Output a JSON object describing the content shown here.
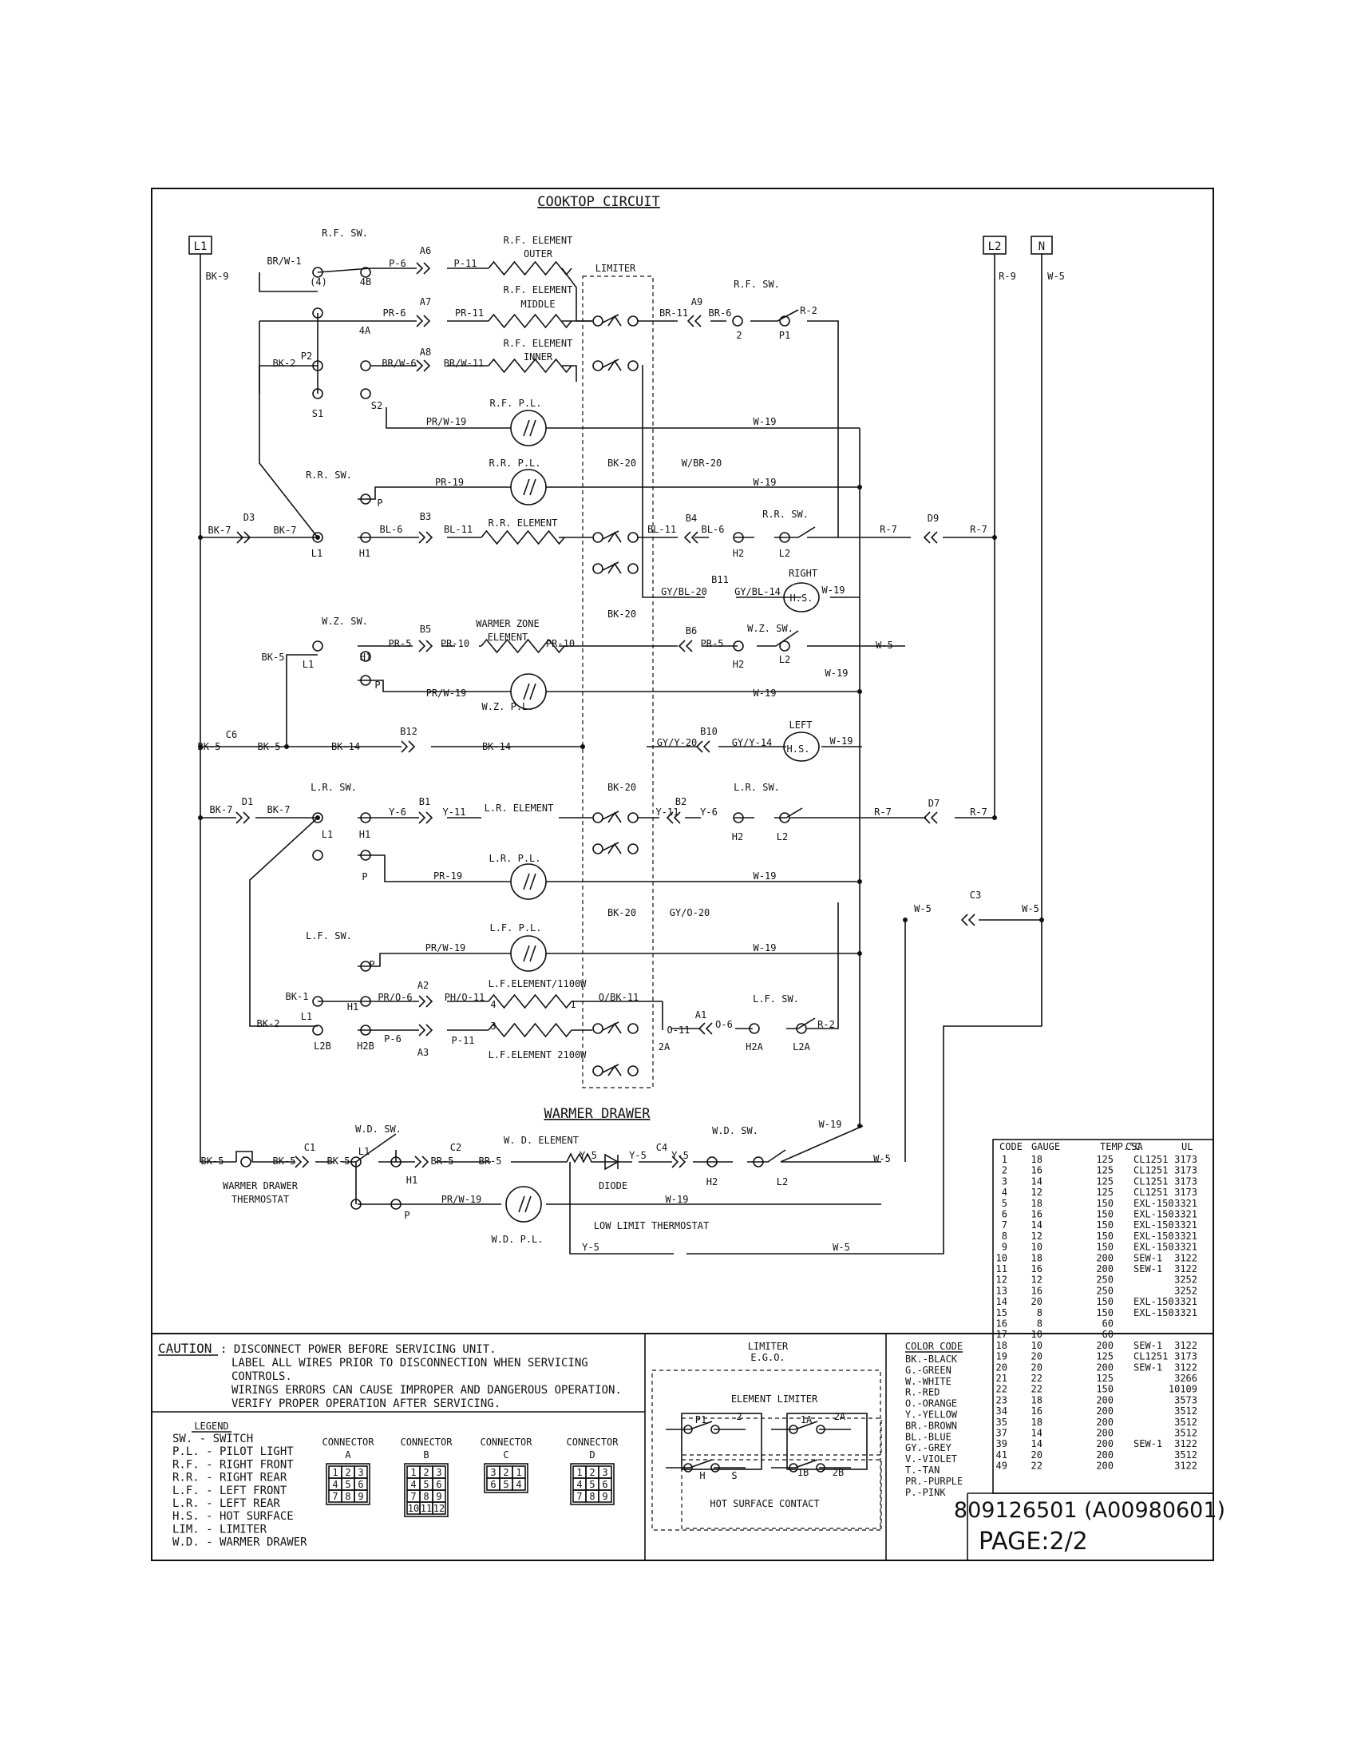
{
  "diagram": {
    "title": "COOKTOP CIRCUIT",
    "warmer_title": "WARMER DRAWER",
    "terminals": [
      "L1",
      "L2",
      "N"
    ],
    "labels": [
      "R.F. SW.",
      "R.F. ELEMENT",
      "OUTER",
      "R.F. ELEMENT",
      "MIDDLE",
      "R.F. ELEMENT",
      "INNER",
      "LIMITER",
      "R.F. SW.",
      "BK-9",
      "BR/W-1",
      "(4)",
      "4B",
      "P-6",
      "A6",
      "P-11",
      "4A",
      "PR-6",
      "A7",
      "PR-11",
      "BK-2",
      "P2",
      "BR/W-6",
      "A8",
      "BR/W-11",
      "S1",
      "S2",
      "PR/W-19",
      "R.F.  P.L.",
      "W-19",
      "BR-11",
      "A9",
      "BR-6",
      "R-2",
      "2",
      "P1",
      "R-9",
      "W-5",
      "BK-20",
      "W/BR-20",
      "R.R. SW.",
      "R.R.  P.L.",
      "PR-19",
      "W-19",
      "P",
      "BK-7",
      "D3",
      "BK-7",
      "L1",
      "H1",
      "BL-6",
      "B3",
      "BL-11",
      "R.R. ELEMENT",
      "BL-11",
      "B4",
      "BL-6",
      "R.R. SW.",
      "H2",
      "L2",
      "R-7",
      "D9",
      "R-7",
      "GY/BL-20",
      "B11",
      "GY/BL-14",
      "RIGHT",
      "H.S.",
      "W-19",
      "BK-20",
      "W.Z. SW.",
      "B5",
      "WARMER ZONE",
      "ELEMENT",
      "PR-5",
      "PR-10",
      "PR-10",
      "B6",
      "PR-5",
      "W.Z. SW.",
      "H2",
      "L2",
      "W-5",
      "W-19",
      "BK-5",
      "L1",
      "H1",
      "P",
      "W.Z.  P.L.",
      "PR/W-19",
      "W-19",
      "C6",
      "BK-5",
      "BK-5",
      "BK-14",
      "B12",
      "BK-14",
      "GY/Y-20",
      "B10",
      "GY/Y-14",
      "LEFT",
      "H.S.",
      "W-19",
      "BK-20",
      "L.R. SW.",
      "D1",
      "BK-7",
      "BK-7",
      "B1",
      "Y-6",
      "Y-11",
      "L.R. ELEMENT",
      "Y-11",
      "B2",
      "Y-6",
      "L.R. SW.",
      "H2",
      "L2",
      "R-7",
      "D7",
      "R-7",
      "L1",
      "H1",
      "P",
      "L.R.  P.L.",
      "PR-19",
      "W-19",
      "C3",
      "W-5",
      "W-5",
      "BK-20",
      "GY/O-20",
      "L.F. SW.",
      "L.F.  P.L.",
      "PR/W-19",
      "W-19",
      "P",
      "A2",
      "L.F.ELEMENT/1100W",
      "PR/O-6",
      "PH/O-11",
      "O/BK-11",
      "BK-1",
      "H1",
      "L1",
      "4",
      "1",
      "BK-2",
      "3",
      "L2B",
      "H2B",
      "P-6",
      "A3",
      "P-11",
      "L.F.ELEMENT 2100W",
      "2A",
      "O-11",
      "A1",
      "O-6",
      "L.F. SW.",
      "R-2",
      "H2A",
      "L2A",
      "W.D. SW.",
      "BK-5",
      "C1",
      "BK-5",
      "BK-5",
      "L1",
      "C2",
      "BR-5",
      "W. D. ELEMENT",
      "BR-5",
      "Y-5",
      "Y-5",
      "C4",
      "Y-5",
      "W.D. SW.",
      "W-19",
      "W-5",
      "DIODE",
      "H2",
      "L2",
      "WARMER DRAWER",
      "THERMOSTAT",
      "H1",
      "PR/W-19",
      "W-19",
      "P",
      "W.D.  P.L.",
      "LOW LIMIT THERMOSTAT",
      "Y-5",
      "W-5"
    ]
  },
  "wire_table": {
    "headers": [
      "CODE",
      "GAUGE",
      "TEMP.°C",
      "CSA",
      "UL"
    ],
    "rows": [
      [
        "1",
        "18",
        "125",
        "CL1251",
        "3173"
      ],
      [
        "2",
        "16",
        "125",
        "CL1251",
        "3173"
      ],
      [
        "3",
        "14",
        "125",
        "CL1251",
        "3173"
      ],
      [
        "4",
        "12",
        "125",
        "CL1251",
        "3173"
      ],
      [
        "5",
        "18",
        "150",
        "EXL-150",
        "3321"
      ],
      [
        "6",
        "16",
        "150",
        "EXL-150",
        "3321"
      ],
      [
        "7",
        "14",
        "150",
        "EXL-150",
        "3321"
      ],
      [
        "8",
        "12",
        "150",
        "EXL-150",
        "3321"
      ],
      [
        "9",
        "10",
        "150",
        "EXL-150",
        "3321"
      ],
      [
        "10",
        "18",
        "200",
        "SEW-1",
        "3122"
      ],
      [
        "11",
        "16",
        "200",
        "SEW-1",
        "3122"
      ],
      [
        "12",
        "12",
        "250",
        "",
        "3252"
      ],
      [
        "13",
        "16",
        "250",
        "",
        "3252"
      ],
      [
        "14",
        "20",
        "150",
        "EXL-150",
        "3321"
      ],
      [
        "15",
        "8",
        "150",
        "EXL-150",
        "3321"
      ],
      [
        "16",
        "8",
        "60",
        "",
        ""
      ],
      [
        "17",
        "10",
        "60",
        "",
        ""
      ],
      [
        "18",
        "10",
        "200",
        "SEW-1",
        "3122"
      ],
      [
        "19",
        "20",
        "125",
        "CL1251",
        "3173"
      ],
      [
        "20",
        "20",
        "200",
        "SEW-1",
        "3122"
      ],
      [
        "21",
        "22",
        "125",
        "",
        "3266"
      ],
      [
        "22",
        "22",
        "150",
        "",
        "10109"
      ],
      [
        "23",
        "18",
        "200",
        "",
        "3573"
      ],
      [
        "34",
        "16",
        "200",
        "",
        "3512"
      ],
      [
        "35",
        "18",
        "200",
        "",
        "3512"
      ],
      [
        "37",
        "14",
        "200",
        "",
        "3512"
      ],
      [
        "39",
        "14",
        "200",
        "SEW-1",
        "3122"
      ],
      [
        "41",
        "20",
        "200",
        "",
        "3512"
      ],
      [
        "49",
        "22",
        "200",
        "",
        "3122"
      ]
    ]
  },
  "caution": {
    "title": "CAUTION",
    "lines": [
      ": DISCONNECT POWER BEFORE SERVICING UNIT.",
      "LABEL ALL WIRES PRIOR TO DISCONNECTION WHEN SERVICING",
      "CONTROLS.",
      "WIRINGS ERRORS CAN CAUSE IMPROPER AND DANGEROUS OPERATION.",
      "VERIFY PROPER OPERATION AFTER SERVICING."
    ]
  },
  "legend": {
    "title": "LEGEND",
    "items": [
      "SW.  - SWITCH",
      "P.L. - PILOT LIGHT",
      "R.F. - RIGHT FRONT",
      "R.R. - RIGHT REAR",
      "L.F. - LEFT FRONT",
      "L.R. - LEFT REAR",
      "H.S. - HOT SURFACE",
      "LIM. - LIMITER",
      "W.D. - WARMER DRAWER"
    ]
  },
  "connectors": [
    {
      "title": "CONNECTOR",
      "id": "A",
      "cells": [
        "1",
        "2",
        "3",
        "4",
        "5",
        "6",
        "7",
        "8",
        "9"
      ]
    },
    {
      "title": "CONNECTOR",
      "id": "B",
      "cells": [
        "1",
        "2",
        "3",
        "4",
        "5",
        "6",
        "7",
        "8",
        "9",
        "10",
        "11",
        "12"
      ]
    },
    {
      "title": "CONNECTOR",
      "id": "C",
      "cells": [
        "3",
        "2",
        "1",
        "6",
        "5",
        "4"
      ]
    },
    {
      "title": "CONNECTOR",
      "id": "D",
      "cells": [
        "1",
        "2",
        "3",
        "4",
        "5",
        "6",
        "7",
        "8",
        "9"
      ]
    }
  ],
  "limiter": {
    "title": "LIMITER",
    "subtitle": "E.G.O.",
    "element_limiter": "ELEMENT LIMITER",
    "hot_surface": "HOT SURFACE CONTACT",
    "terminals": [
      "P1",
      "2",
      "1A",
      "2A",
      "H",
      "S",
      "1B",
      "2B"
    ]
  },
  "color_code": {
    "title": "COLOR CODE",
    "items": [
      "BK.-BLACK",
      "G.-GREEN",
      "W.-WHITE",
      "R.-RED",
      "O.-ORANGE",
      "Y.-YELLOW",
      "BR.-BROWN",
      "BL.-BLUE",
      "GY.-GREY",
      "V.-VIOLET",
      "T.-TAN",
      "PR.-PURPLE",
      "P.-PINK"
    ]
  },
  "part_number": "809126501 (A00980601)",
  "page": "PAGE:2/2"
}
